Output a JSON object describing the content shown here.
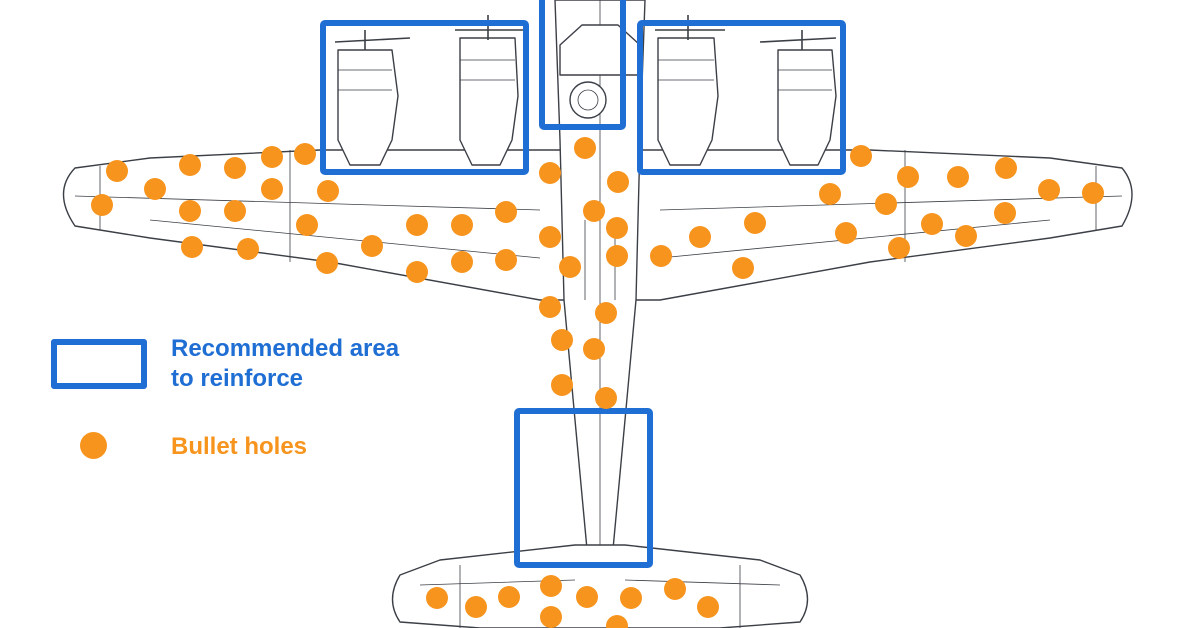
{
  "legend": {
    "reinforce_line1": "Recommended area",
    "reinforce_line2": "to reinforce",
    "bullet_label": "Bullet holes"
  },
  "colors": {
    "reinforce": "#1F6ED4",
    "bullet": "#F7941D",
    "outline": "#3b3f46"
  },
  "icons": [
    "airplane-outline",
    "reinforce-box",
    "bullet-hole-dot"
  ]
}
